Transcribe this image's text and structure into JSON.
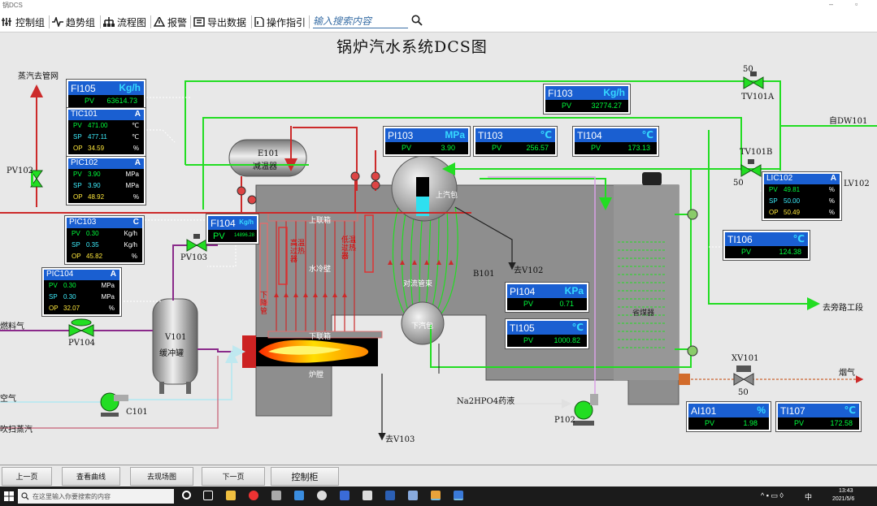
{
  "window": {
    "title": "锅DCS"
  },
  "toolbar": {
    "items": [
      "控制组",
      "趋势组",
      "流程图",
      "报警",
      "导出数据",
      "操作指引"
    ],
    "search_placeholder": "输入搜索内容"
  },
  "page_title": "锅炉汽水系统DCS图",
  "colors": {
    "panel_header": "#1a5fd1",
    "pv": "#00ff3c",
    "sp": "#3ef0ff",
    "op": "#ffe83c",
    "pipe_green": "#22dd22",
    "pipe_red": "#cc2a2a"
  },
  "labels": {
    "steam_out": "蒸汽去管网",
    "dw_in": "自DW101",
    "lv102": "LV102",
    "to_bypass": "去旁路工段",
    "fuel_gas": "燃料气",
    "air": "空气",
    "purge_steam": "吹扫蒸汽",
    "flue_gas": "烟气",
    "na2hpo4": "Na2HPO4药液",
    "to_v102": "去V102",
    "to_v103": "去V103",
    "b101": "B101",
    "e101_a": "E101",
    "e101_b": "减温器",
    "v101_a": "V101",
    "v101_b": "缓冲罐",
    "upper_drum": "上汽包",
    "lower_drum": "下汽包",
    "upper_header": "上联箱",
    "lower_header": "下联箱",
    "water_wall": "水冷壁",
    "convection": "对流管束",
    "economizer": "省煤器",
    "furnace": "炉膛",
    "downcomer": "下降管",
    "ht_superheater": "高温过热器",
    "lt_superheater": "低温过热器",
    "pv102": "PV102",
    "pv103": "PV103",
    "pv104": "PV104",
    "c101": "C101",
    "p102": "P102",
    "tv101a": "TV101A",
    "tv101b": "TV101B",
    "tv101a_pos": "50",
    "tv101b_pos": "50",
    "xv101": "XV101",
    "xv101_pos": "50"
  },
  "panels": {
    "fi105": {
      "tag": "FI105",
      "unit": "Kg/h",
      "pv": "63614.73"
    },
    "tic101": {
      "tag": "TIC101",
      "unit": "A",
      "pv": "471.00",
      "sp": "477.11",
      "op": "34.59",
      "pv_u": "℃",
      "sp_u": "℃",
      "op_u": "%"
    },
    "pic102": {
      "tag": "PIC102",
      "unit": "A",
      "pv": "3.90",
      "sp": "3.90",
      "op": "48.92",
      "pv_u": "MPa",
      "sp_u": "MPa",
      "op_u": "%"
    },
    "pic103": {
      "tag": "PIC103",
      "unit": "C",
      "pv": "0.30",
      "sp": "0.35",
      "op": "45.82",
      "pv_u": "Kg/h",
      "sp_u": "Kg/h",
      "op_u": "%"
    },
    "pic104": {
      "tag": "PIC104",
      "unit": "A",
      "pv": "0.30",
      "sp": "0.30",
      "op": "32.07",
      "pv_u": "MPa",
      "sp_u": "MPa",
      "op_u": "%"
    },
    "fi104": {
      "tag": "FI104",
      "unit": "Kg/h",
      "pv": "14896.28"
    },
    "pi103": {
      "tag": "PI103",
      "unit": "MPa",
      "pv": "3.90"
    },
    "ti103": {
      "tag": "TI103",
      "unit": "℃",
      "pv": "256.57"
    },
    "ti104": {
      "tag": "TI104",
      "unit": "℃",
      "pv": "173.13"
    },
    "fi103": {
      "tag": "FI103",
      "unit": "Kg/h",
      "pv": "32774.27"
    },
    "lic102": {
      "tag": "LIC102",
      "unit": "A",
      "pv": "49.81",
      "sp": "50.00",
      "op": "50.49",
      "pv_u": "%",
      "sp_u": "%",
      "op_u": "%"
    },
    "ti106": {
      "tag": "TI106",
      "unit": "℃",
      "pv": "124.38"
    },
    "pi104": {
      "tag": "PI104",
      "unit": "KPa",
      "pv": "0.71"
    },
    "ti105": {
      "tag": "TI105",
      "unit": "℃",
      "pv": "1000.82"
    },
    "ai101": {
      "tag": "AI101",
      "unit": "%",
      "pv": "1.98"
    },
    "ti107": {
      "tag": "TI107",
      "unit": "℃",
      "pv": "172.58"
    }
  },
  "row_labels": {
    "pv": "PV",
    "sp": "SP",
    "op": "OP"
  },
  "bottom": {
    "buttons": [
      "上一页",
      "查看曲线",
      "去现场图",
      "下一页",
      "控制柜"
    ]
  },
  "taskbar": {
    "search": "在这里输入你要搜索的内容",
    "time": "13:43",
    "date": "2021/5/6",
    "tray": "中"
  },
  "drum_level": 50
}
